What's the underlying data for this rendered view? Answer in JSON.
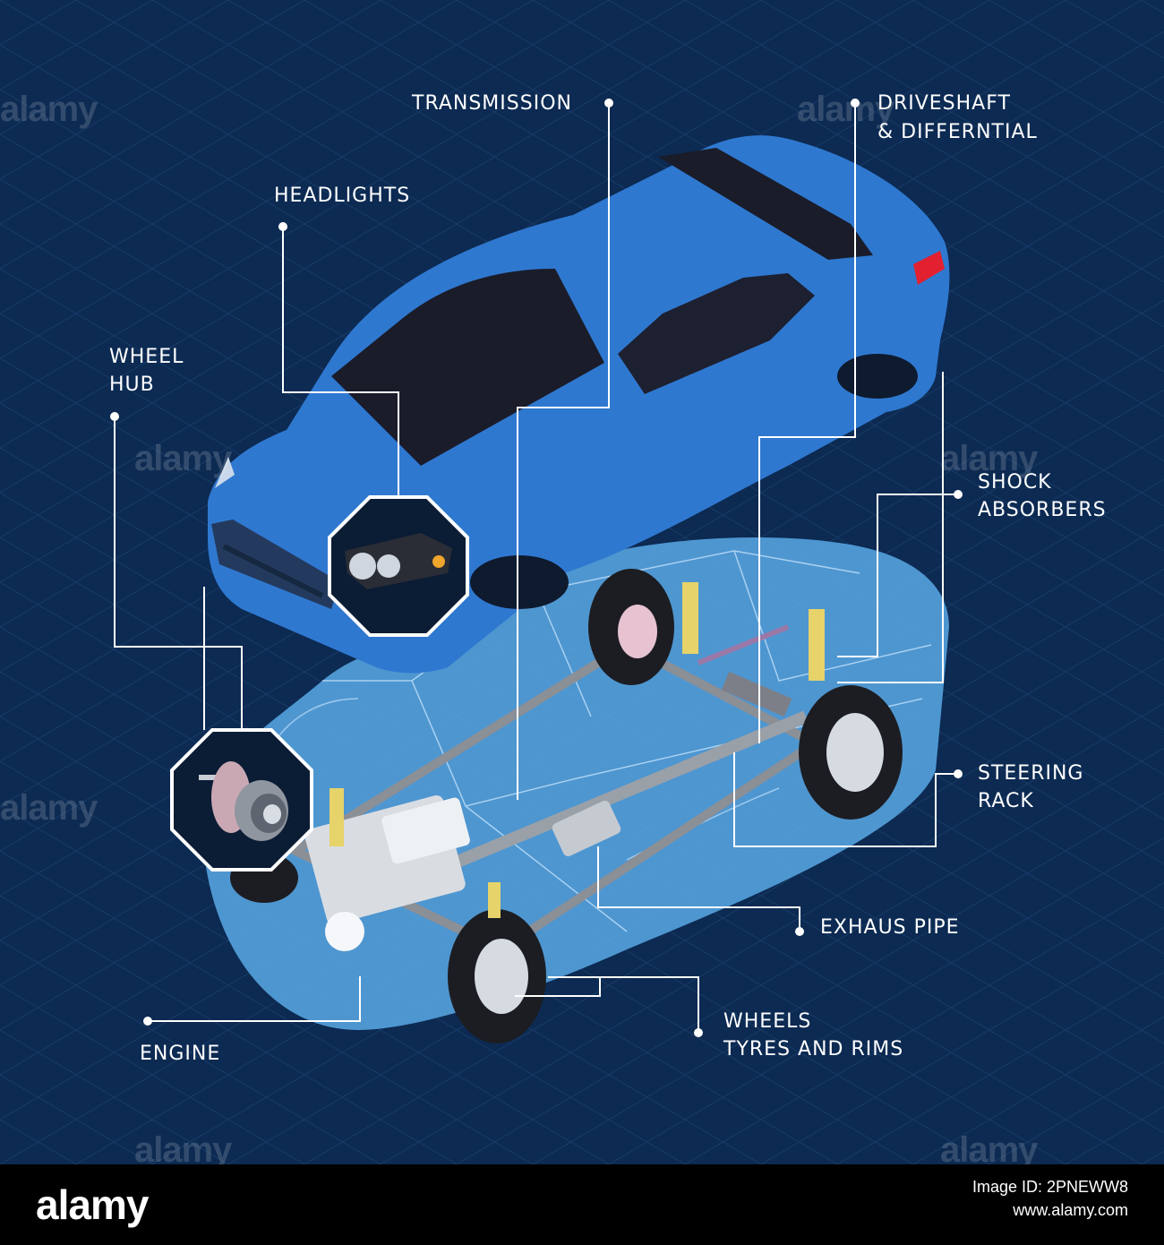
{
  "labels": {
    "transmission": "TRANSMISSION",
    "driveshaft_1": "DRIVESHAFT",
    "driveshaft_2": "& DIFFERNTIAL",
    "headlights": "HEADLIGHTS",
    "wheel_hub_1": "WHEEL",
    "wheel_hub_2": "HUB",
    "shock_1": "SHOCK",
    "shock_2": "ABSORBERS",
    "steering_1": "STEERING",
    "steering_2": "RACK",
    "exhaust": "EXHAUS PIPE",
    "wheels_1": "WHEELS",
    "wheels_2": "TYRES AND RIMS",
    "engine": "ENGINE"
  },
  "watermark": "alamy",
  "footer": {
    "brand": "alamy",
    "image_id": "Image ID: 2PNEWW8",
    "site": "www.alamy.com"
  },
  "colors": {
    "background": "#0c2a52",
    "car_body": "#2f78d0",
    "ghost_car": "#5aa9e6",
    "callout_line": "#ffffff"
  }
}
